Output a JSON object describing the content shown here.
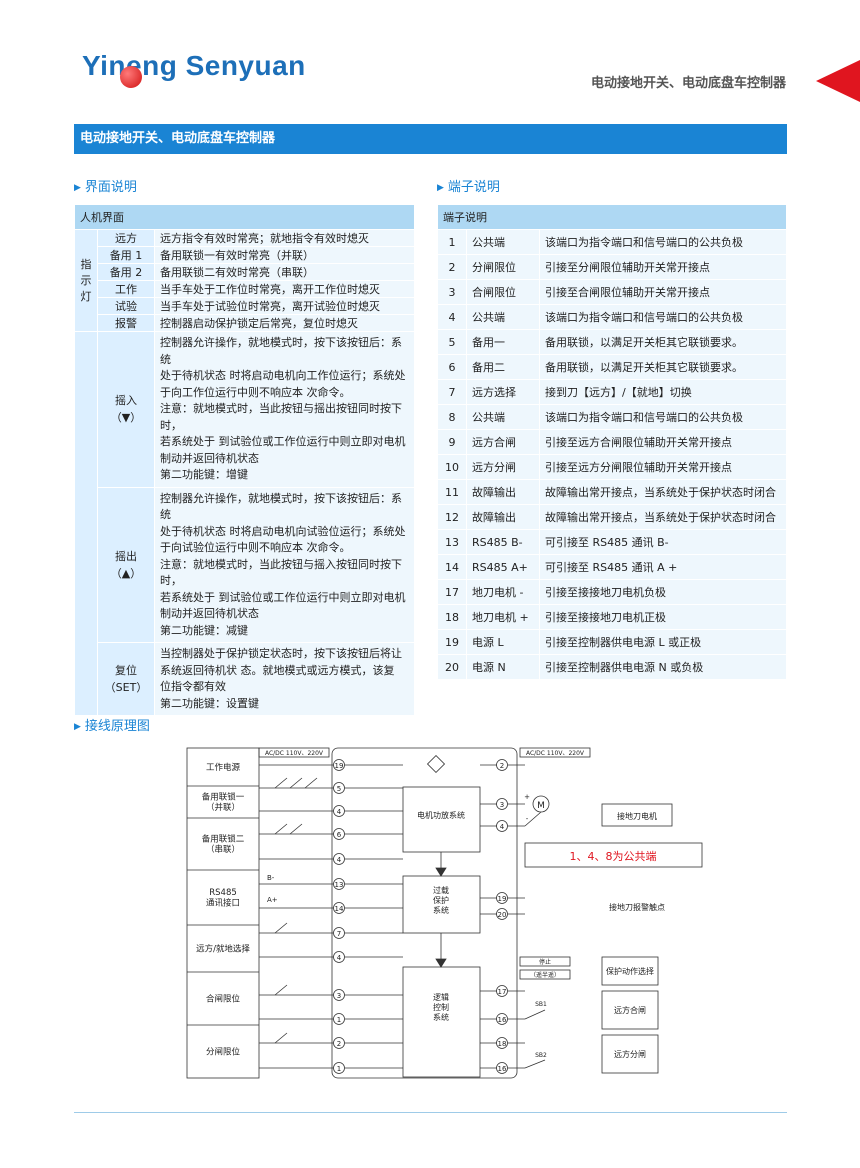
{
  "header": {
    "logo_text": "Yineng Senyuan",
    "title_right": "电动接地开关、电动底盘车控制器",
    "banner": "电动接地开关、电动底盘车控制器"
  },
  "colors": {
    "accent": "#1a84d4",
    "table_header": "#aed8f3",
    "table_cell": "#eef7fd",
    "highlight_red": "#e0151f"
  },
  "sections": {
    "interface": "界面说明",
    "terminal": "端子说明",
    "wiring": "接线原理图"
  },
  "hmi": {
    "header": "人机界面",
    "indicator_label": "指\n示\n灯",
    "indicators": [
      {
        "name": "远方",
        "desc": "远方指令有效时常亮；就地指令有效时熄灭"
      },
      {
        "name": "备用 1",
        "desc": "备用联锁一有效时常亮（并联）"
      },
      {
        "name": "备用 2",
        "desc": "备用联锁二有效时常亮（串联）"
      },
      {
        "name": "工作",
        "desc": "当手车处于工作位时常亮，离开工作位时熄灭"
      },
      {
        "name": "试验",
        "desc": "当手车处于试验位时常亮，离开试验位时熄灭"
      },
      {
        "name": "报警",
        "desc": "控制器启动保护锁定后常亮，复位时熄灭"
      }
    ],
    "buttons": [
      {
        "name": "摇入\n（▼）",
        "lines": [
          "控制器允许操作，就地模式时，按下该按钮后：系统",
          "处于待机状态 时将启动电机向工作位运行；系统处",
          "于向工作位运行中则不响应本 次命令。",
          "注意：就地模式时，当此按钮与摇出按钮同时按下时，",
          "若系统处于 到试验位或工作位运行中则立即对电机",
          "制动并返回待机状态",
          "第二功能键：增键"
        ]
      },
      {
        "name": "摇出\n（▲）",
        "lines": [
          "控制器允许操作，就地模式时，按下该按钮后：系统",
          "处于待机状态 时将启动电机向试验位运行；系统处",
          "于向试验位运行中则不响应本 次命令。",
          "注意：就地模式时，当此按钮与摇入按钮同时按下时，",
          "若系统处于 到试验位或工作位运行中则立即对电机",
          "制动并返回待机状态",
          "第二功能键：减键"
        ]
      },
      {
        "name": "复位\n（SET）",
        "lines": [
          "当控制器处于保护锁定状态时，按下该按钮后将让",
          "系统返回待机状 态。就地模式或远方模式，该复",
          "位指令都有效",
          "第二功能键：设置键"
        ]
      }
    ]
  },
  "terminals": {
    "header": "端子说明",
    "rows": [
      [
        "1",
        "公共端",
        "该端口为指令端口和信号端口的公共负极"
      ],
      [
        "2",
        "分闸限位",
        "引接至分闸限位辅助开关常开接点"
      ],
      [
        "3",
        "合闸限位",
        "引接至合闸限位辅助开关常开接点"
      ],
      [
        "4",
        "公共端",
        "该端口为指令端口和信号端口的公共负极"
      ],
      [
        "5",
        "备用一",
        "备用联锁，以满足开关柜其它联锁要求。"
      ],
      [
        "6",
        "备用二",
        "备用联锁，以满足开关柜其它联锁要求。"
      ],
      [
        "7",
        "远方选择",
        "接到刀【远方】/【就地】切换"
      ],
      [
        "8",
        "公共端",
        "该端口为指令端口和信号端口的公共负极"
      ],
      [
        "9",
        "远方合闸",
        "引接至远方合闸限位辅助开关常开接点"
      ],
      [
        "10",
        "远方分闸",
        "引接至远方分闸限位辅助开关常开接点"
      ],
      [
        "11",
        "故障输出",
        "故障输出常开接点，当系统处于保护状态时闭合"
      ],
      [
        "12",
        "故障输出",
        "故障输出常开接点，当系统处于保护状态时闭合"
      ],
      [
        "13",
        "RS485 B-",
        "可引接至 RS485 通讯 B-"
      ],
      [
        "14",
        "RS485 A+",
        "可引接至 RS485 通讯 A +"
      ],
      [
        "17",
        "地刀电机 -",
        "引接至接接地刀电机负极"
      ],
      [
        "18",
        "地刀电机 +",
        "引接至接接地刀电机正极"
      ],
      [
        "19",
        "电源 L",
        "引接至控制器供电电源 L 或正极"
      ],
      [
        "20",
        "电源 N",
        "引接至控制器供电电源 N 或负极"
      ]
    ]
  },
  "wiring": {
    "left_labels": [
      "工作电源",
      "备用联锁一\n（并联）",
      "备用联锁二\n（串联）",
      "RS485\n通讯接口",
      "远方/就地选择",
      "合闸限位",
      "分闸限位"
    ],
    "supply_left": "AC/DC 110V、220V",
    "supply_right": "AC/DC 110V、220V",
    "bus_b": "B-",
    "bus_a": "A+",
    "blocks": {
      "motor_amp": "电机功放系统",
      "overload": "过载\n保护\n系统",
      "logic": "逻辑\n控制\n系统"
    },
    "right_labels": {
      "motor": "接地刀电机",
      "note": "1、4、8为公共端",
      "alarm": "接地刀报警触点",
      "protect": "保护动作选择",
      "remote_close": "远方合闸",
      "remote_open": "远方分闸"
    },
    "small": {
      "stop": "停止",
      "semi": "（遥半遥）",
      "sb1": "SB1",
      "sb2": "SB2",
      "motor_symbol": "M",
      "plus": "+",
      "minus": "-"
    },
    "left_terminals": [
      "19",
      "5",
      "4",
      "6",
      "4",
      "13",
      "14",
      "7",
      "4",
      "3",
      "1",
      "2",
      "1"
    ],
    "right_terminals": [
      "2",
      "3",
      "4",
      "19",
      "20",
      "17",
      "16",
      "18",
      "16"
    ]
  }
}
